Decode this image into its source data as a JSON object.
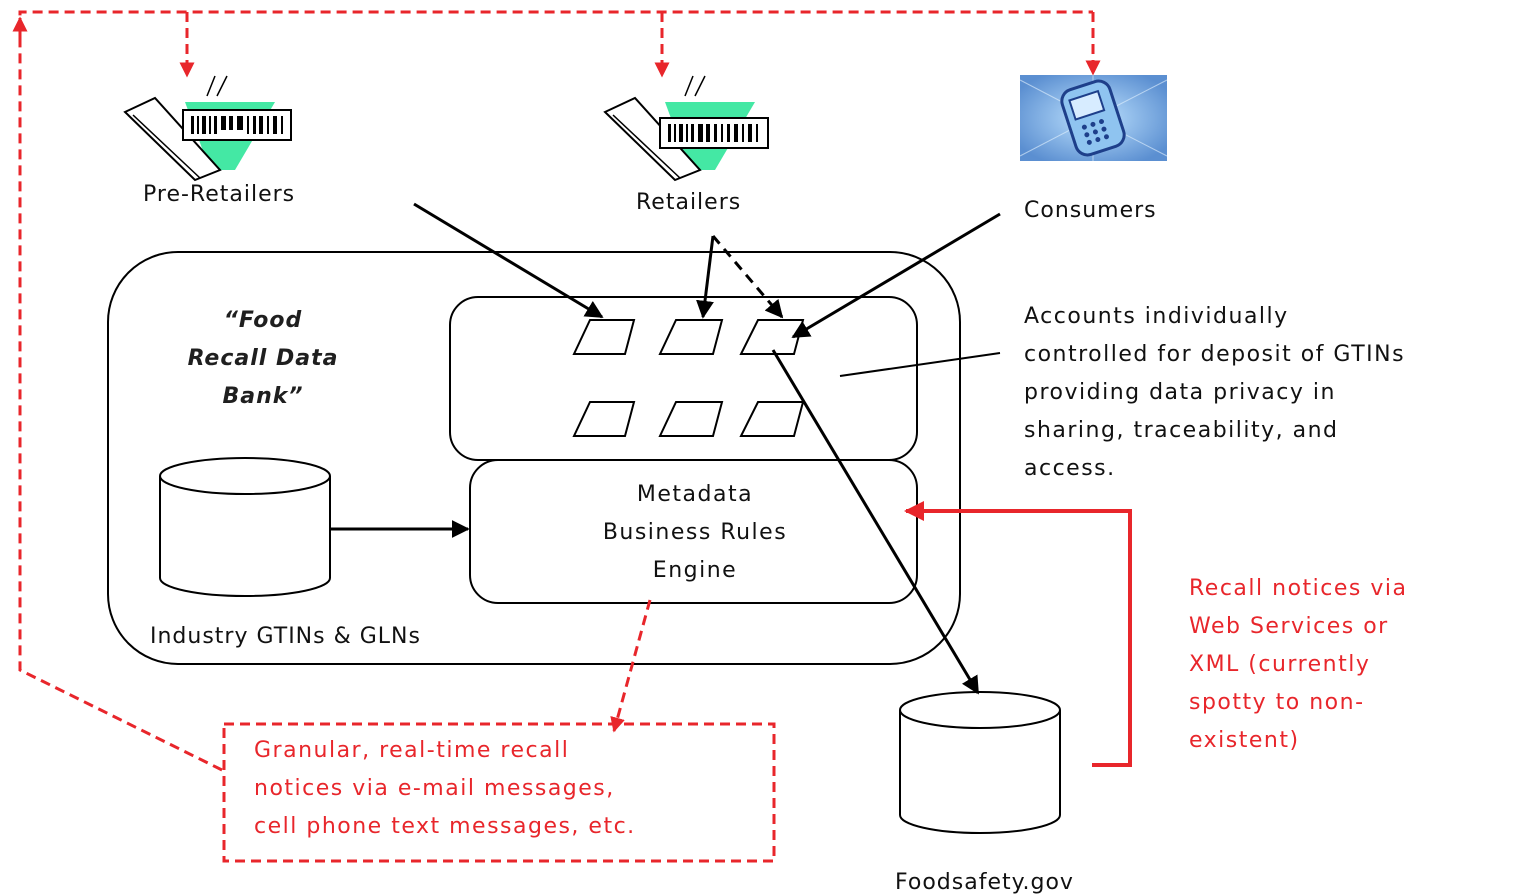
{
  "nodes": {
    "pre_retailers": "Pre-Retailers",
    "retailers": "Retailers",
    "consumers": "Consumers",
    "foodsafety": "Foodsafety.gov",
    "engine": [
      "Metadata",
      "Business Rules",
      "Engine"
    ],
    "industry_db": "Industry GTINs & GLNs"
  },
  "data_bank_title": [
    "“Food",
    "Recall Data",
    "Bank”"
  ],
  "accounts_note": [
    "Accounts individually",
    "controlled for deposit of GTINs",
    "providing data privacy in",
    "sharing, traceability, and",
    "access."
  ],
  "recall_web_note": [
    "Recall notices via",
    "Web Services or",
    "XML (currently",
    "spotty to non-",
    "existent)"
  ],
  "granular_note": [
    "Granular, real-time recall",
    "notices via e-mail messages,",
    "cell phone text messages, etc."
  ],
  "colors": {
    "accent_red": "#e8262b",
    "stroke": "#000000",
    "barcode_green": "#44e8a4",
    "phone_bg": "#5b8fd1"
  },
  "icons": [
    "barcode-scanner-icon",
    "barcode-scanner-icon",
    "mobile-phone-icon"
  ]
}
